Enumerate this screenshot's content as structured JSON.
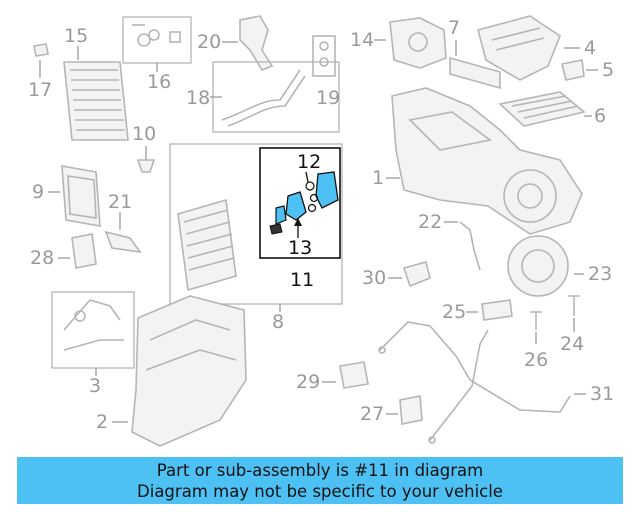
{
  "diagram": {
    "callouts": {
      "c1": "1",
      "c2": "2",
      "c3": "3",
      "c4": "4",
      "c5": "5",
      "c6": "6",
      "c7": "7",
      "c8": "8",
      "c9": "9",
      "c10": "10",
      "c11": "11",
      "c12": "12",
      "c13": "13",
      "c14": "14",
      "c15": "15",
      "c16": "16",
      "c17": "17",
      "c18": "18",
      "c19": "19",
      "c20": "20",
      "c21": "21",
      "c22": "22",
      "c23": "23",
      "c24": "24",
      "c25": "25",
      "c26": "26",
      "c27": "27",
      "c28": "28",
      "c29": "29",
      "c30": "30",
      "c31": "31"
    },
    "highlight_color": "#4ec1f4"
  },
  "banner": {
    "line1": "Part or sub-assembly is #11 in diagram",
    "line2": "Diagram may not be specific to your vehicle",
    "color": "#4ec1f4"
  }
}
